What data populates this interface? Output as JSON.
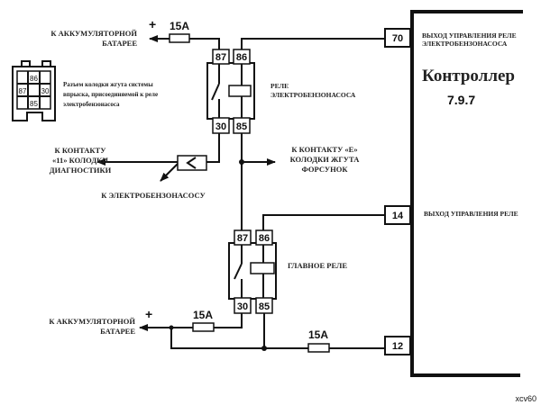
{
  "controller": {
    "title": "Контроллер",
    "model": "7.9.7",
    "pins": [
      {
        "number": "70",
        "label_line1": "ВЫХОД УПРАВЛЕНИЯ РЕЛЕ",
        "label_line2": "ЭЛЕКТРОБЕНЗОНАСОСА"
      },
      {
        "number": "14",
        "label_line1": "ВЫХОД УПРАВЛЕНИЯ РЕЛЕ"
      },
      {
        "number": "12"
      }
    ]
  },
  "pump_relay": {
    "label_line1": "РЕЛЕ",
    "label_line2": "ЭЛЕКТРОБЕНЗОНАСОСА",
    "pins": {
      "p87": "87",
      "p86": "86",
      "p30": "30",
      "p85": "85"
    }
  },
  "main_relay": {
    "label": "ГЛАВНОЕ  РЕЛЕ",
    "pins": {
      "p87": "87",
      "p86": "86",
      "p30": "30",
      "p85": "85"
    }
  },
  "connector": {
    "pins": {
      "p86": "86",
      "p87": "87",
      "p30": "30",
      "p85": "85"
    },
    "caption_line1": "Разъем колодки жгута системы",
    "caption_line2": "впрыска, присоединяемой к реле",
    "caption_line3": "электробензонасоса"
  },
  "battery_top": {
    "line1": "К АККУМУЛЯТОРНОЙ",
    "line2": "БАТАРЕЕ",
    "polarity": "+",
    "fuse": "15A"
  },
  "battery_bottom": {
    "line1": "К АККУМУЛЯТОРНОЙ",
    "line2": "БАТАРЕЕ",
    "polarity": "+",
    "fuse": "15A"
  },
  "fuse_pin12": "15A",
  "diag": {
    "line1": "К КОНТАКТУ",
    "line2": "«11» КОЛОДКИ",
    "line3": "ДИАГНОСТИКИ"
  },
  "pump_out": "К ЭЛЕКТРОБЕНЗОНАСОСУ",
  "injectors": {
    "line1": "К КОНТАКТУ «Е»",
    "line2": "КОЛОДКИ ЖГУТА",
    "line3": "ФОРСУНОК"
  },
  "watermark": "xcv60"
}
